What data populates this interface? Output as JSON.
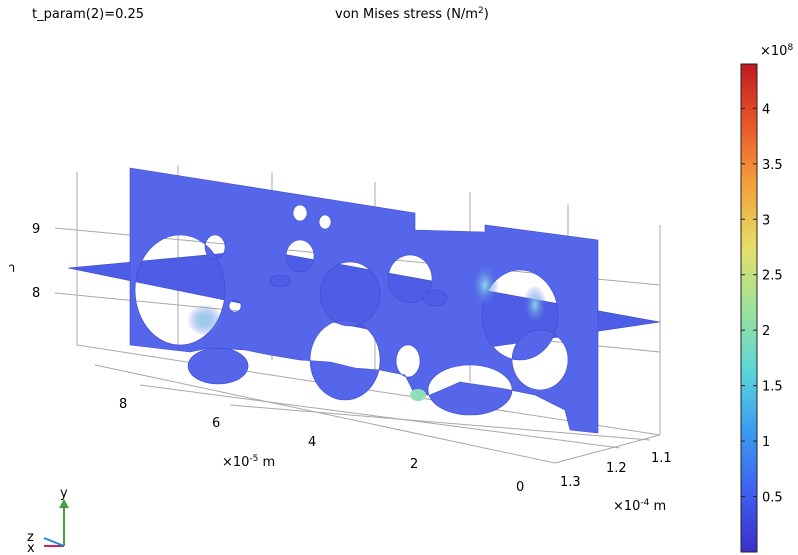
{
  "header": {
    "param_label": "t_param(2)=0.25",
    "title_prefix": "von Mises stress (N/m",
    "title_sup": "2",
    "title_suffix": ")"
  },
  "axes": {
    "axis_partial_label": "า",
    "z_ticks": [
      "9",
      "8"
    ],
    "y_ticks": [
      "8",
      "6",
      "4",
      "2",
      "0"
    ],
    "y_multiplier_base": "×10",
    "y_multiplier_exp": "-5",
    "y_unit": " m",
    "x_ticks": [
      "1.3",
      "1.2",
      "1.1"
    ],
    "x_multiplier_base": "×10",
    "x_multiplier_exp": "-4",
    "x_unit": " m"
  },
  "triad": {
    "y_label": "y",
    "z_label": "z",
    "x_label": "x",
    "colors": {
      "x": "#d81b60",
      "y": "#43a047",
      "z": "#1e88e5"
    }
  },
  "colorbar": {
    "multiplier_base": "×10",
    "multiplier_exp": "8",
    "scale": "Rainbow",
    "ticks": [
      "4",
      "3.5",
      "3",
      "2.5",
      "2",
      "1.5",
      "1",
      "0.5"
    ]
  },
  "chart_data": {
    "type": "surface",
    "title": "von Mises stress (N/m^2)",
    "quantity": "von Mises stress",
    "unit": "N/m^2",
    "parameter": {
      "name": "t_param(2)",
      "value": 0.25
    },
    "color_range": [
      0,
      440000000.0
    ],
    "colorbar_ticks": [
      50000000.0,
      100000000.0,
      150000000.0,
      200000000.0,
      250000000.0,
      300000000.0,
      350000000.0,
      400000000.0
    ],
    "dominant_value_range": [
      30000000.0,
      120000000.0
    ],
    "axes": {
      "x": {
        "unit": "m",
        "scale": 0.0001,
        "ticks": [
          1.1,
          1.2,
          1.3
        ]
      },
      "y": {
        "unit": "m",
        "scale": 1e-05,
        "ticks": [
          0,
          2,
          4,
          6,
          8
        ]
      },
      "z": {
        "ticks": [
          8,
          9
        ]
      }
    },
    "grid": true,
    "description_of_geometry": "porous slices (vertical and horizontal planes) with circular holes"
  }
}
